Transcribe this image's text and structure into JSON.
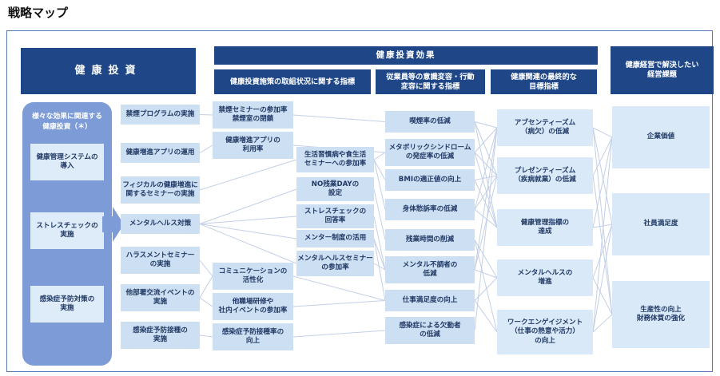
{
  "title": "戦略マップ",
  "headers": {
    "investment": "健康投資",
    "effect": "健康投資効果",
    "process_indicators": "健康投資施策の取組状況に関する指標",
    "awareness_indicators": "従業員等の意識変容・行動\n変容に関する指標",
    "final_indicators": "健康関連の最終的な\n目標指標",
    "management_issues": "健康経営で解決したい\n経営課題"
  },
  "left_panel": {
    "title": "様々な効果に関連する\n健康投資（＊）"
  },
  "nodes": {
    "sys": "健康管理システムの\n導入",
    "stress": "ストレスチェックの\n実施",
    "kansen_taisaku": "感染症予防対策の\n実施",
    "kinen_prog": "禁煙プログラムの実施",
    "app_unyo": "健康増進アプリの運用",
    "physical_seminar": "フィジカルの健康増進に\n関するセミナーの実施",
    "mental_taisaku": "メンタルヘルス対策",
    "harassment": "ハラスメントセミナー\nの実施",
    "koryu_event": "他部署交流イベントの\n実施",
    "yobo_sesshu": "感染症予防接種の\n実施",
    "kinen_seminar": "禁煙セミナーの参加率\n禁煙室の閉鎖",
    "app_riyo": "健康増進アプリの\n利用率",
    "communication": "コミュニケーションの\n活性化",
    "shokuba_kenshu": "他職場研修や\n社内イベントの参加率",
    "sesshu_ritsu": "感染症予防接種率の\n向上",
    "seikatsu_seminar": "生活習慣病や食生活\nセミナーへの参加率",
    "no_zangyo": "NO残業DAYの\n設定",
    "stress_kaito": "ストレスチェックの\n回答率",
    "mentor": "メンター制度の活用",
    "mental_seminar": "メンタルヘルスセミナー\nの参加率",
    "kitsuen": "喫煙率の低減",
    "metabo": "メタボリックシンドローム\nの発症率の低減",
    "bmi": "BMIの適正値の向上",
    "shintai": "身体愁訴率の低減",
    "zangyo_sakugen": "残業時間の削減",
    "mental_fucho": "メンタル不調者の\n低減",
    "shigoto_manzoku": "仕事満足度の向上",
    "kekkin": "感染症による欠勤者\nの低減",
    "absenteeism": "アブセンティーズム\n（病欠）の低減",
    "presenteeism": "プレゼンティーズム\n（疾病就業）の低減",
    "kenko_shihyo": "健康管理指標の\n達成",
    "mental_zoshin": "メンタルヘルスの\n増進",
    "engagement": "ワークエンゲイジメント\n（仕事の熱意や活力）\nの向上",
    "kigyo_kachi": "企業価値",
    "shain_manzoku": "社員満足度",
    "seisansei": "生産性の向上\n財務体質の強化"
  },
  "edges": [
    [
      "kinen_prog",
      "kinen_seminar"
    ],
    [
      "app_unyo",
      "app_riyo"
    ],
    [
      "physical_seminar",
      "seikatsu_seminar"
    ],
    [
      "mental_taisaku",
      "no_zangyo"
    ],
    [
      "mental_taisaku",
      "stress_kaito"
    ],
    [
      "mental_taisaku",
      "mentor"
    ],
    [
      "mental_taisaku",
      "mental_seminar"
    ],
    [
      "harassment",
      "communication"
    ],
    [
      "koryu_event",
      "communication"
    ],
    [
      "koryu_event",
      "shokuba_kenshu"
    ],
    [
      "yobo_sesshu",
      "sesshu_ritsu"
    ],
    [
      "kinen_seminar",
      "kitsuen"
    ],
    [
      "app_riyo",
      "metabo"
    ],
    [
      "seikatsu_seminar",
      "metabo"
    ],
    [
      "seikatsu_seminar",
      "bmi"
    ],
    [
      "seikatsu_seminar",
      "shintai"
    ],
    [
      "no_zangyo",
      "zangyo_sakugen"
    ],
    [
      "stress_kaito",
      "mental_fucho"
    ],
    [
      "mentor",
      "mental_fucho"
    ],
    [
      "mentor",
      "shigoto_manzoku"
    ],
    [
      "mental_seminar",
      "mental_fucho"
    ],
    [
      "communication",
      "shigoto_manzoku"
    ],
    [
      "shokuba_kenshu",
      "shigoto_manzoku"
    ],
    [
      "sesshu_ritsu",
      "kekkin"
    ],
    [
      "kitsuen",
      "absenteeism"
    ],
    [
      "kitsuen",
      "presenteeism"
    ],
    [
      "kitsuen",
      "kenko_shihyo"
    ],
    [
      "metabo",
      "absenteeism"
    ],
    [
      "metabo",
      "presenteeism"
    ],
    [
      "metabo",
      "kenko_shihyo"
    ],
    [
      "bmi",
      "presenteeism"
    ],
    [
      "bmi",
      "kenko_shihyo"
    ],
    [
      "shintai",
      "absenteeism"
    ],
    [
      "shintai",
      "presenteeism"
    ],
    [
      "shintai",
      "kenko_shihyo"
    ],
    [
      "zangyo_sakugen",
      "mental_zoshin"
    ],
    [
      "zangyo_sakugen",
      "engagement"
    ],
    [
      "mental_fucho",
      "absenteeism"
    ],
    [
      "mental_fucho",
      "presenteeism"
    ],
    [
      "mental_fucho",
      "mental_zoshin"
    ],
    [
      "shigoto_manzoku",
      "mental_zoshin"
    ],
    [
      "shigoto_manzoku",
      "engagement"
    ],
    [
      "kekkin",
      "absenteeism"
    ],
    [
      "absenteeism",
      "kigyo_kachi"
    ],
    [
      "absenteeism",
      "shain_manzoku"
    ],
    [
      "absenteeism",
      "seisansei"
    ],
    [
      "presenteeism",
      "kigyo_kachi"
    ],
    [
      "presenteeism",
      "seisansei"
    ],
    [
      "kenko_shihyo",
      "kigyo_kachi"
    ],
    [
      "kenko_shihyo",
      "shain_manzoku"
    ],
    [
      "mental_zoshin",
      "shain_manzoku"
    ],
    [
      "mental_zoshin",
      "seisansei"
    ],
    [
      "engagement",
      "kigyo_kachi"
    ],
    [
      "engagement",
      "shain_manzoku"
    ],
    [
      "engagement",
      "seisansei"
    ]
  ],
  "colors": {
    "header_bg": "#1F4788",
    "panel_bg": "#7D9BD6",
    "box_bg": "#CDDFF2",
    "box_bg_lighter": "#D9E9F8",
    "inner_box_bg": "#DEEBF8",
    "connector": "#C3CFE6",
    "frame_border": "#5B79B8",
    "text": "#1F3864"
  }
}
